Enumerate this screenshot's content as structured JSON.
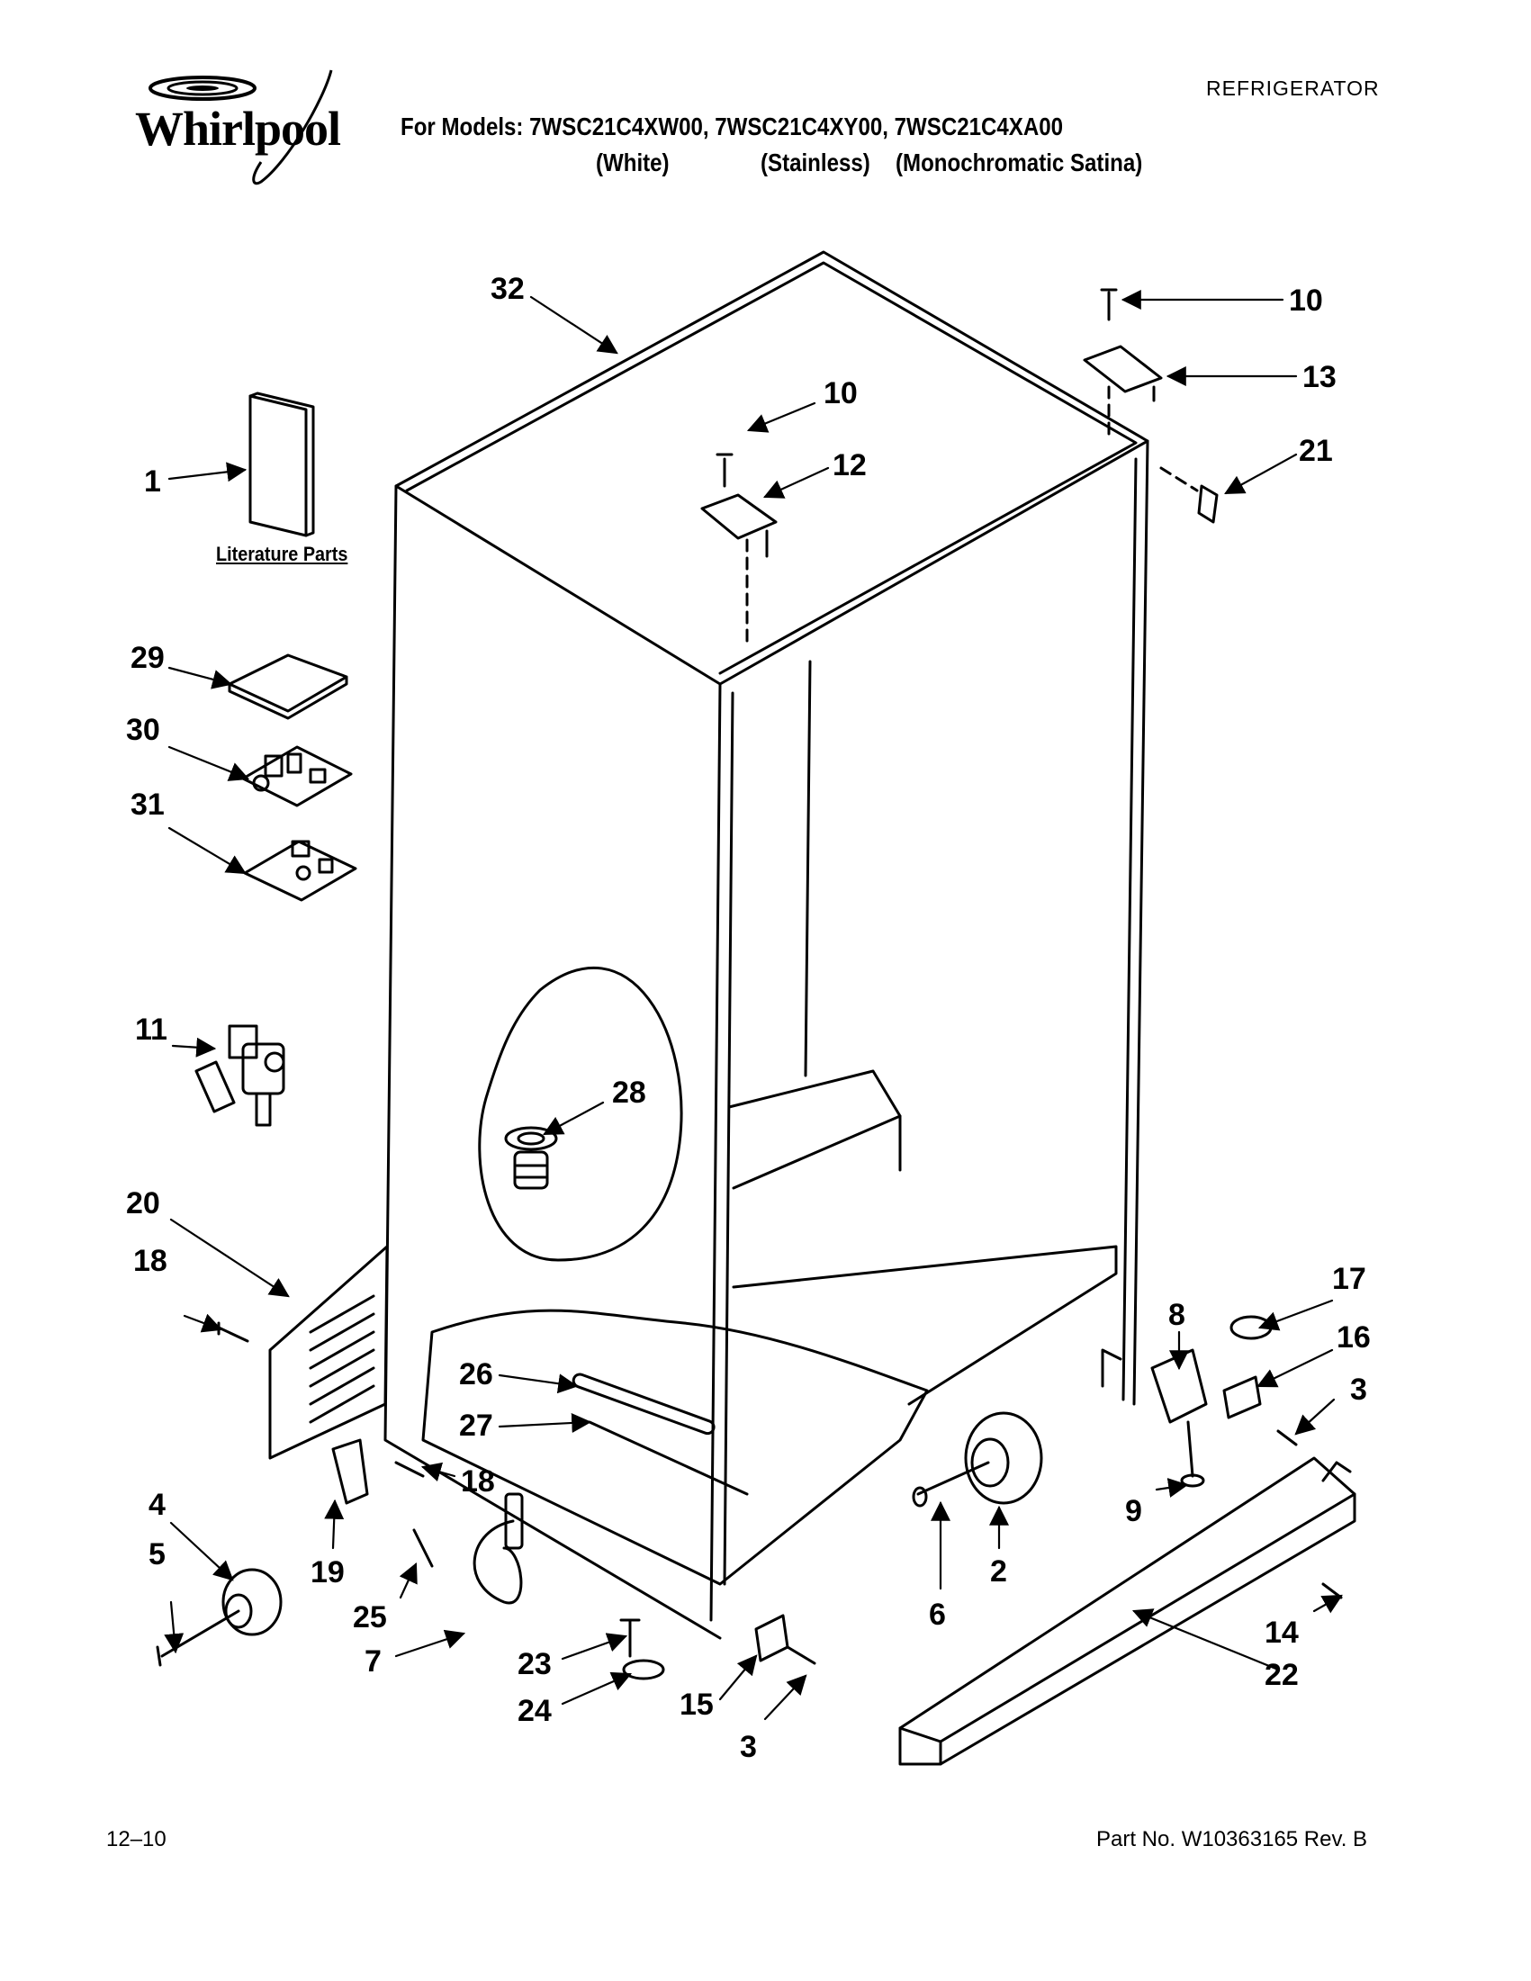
{
  "header": {
    "brand": "Whirlpool",
    "category": "REFRIGERATOR",
    "models_line": "For Models: 7WSC21C4XW00, 7WSC21C4XY00, 7WSC21C4XA00",
    "colors": [
      "(White)",
      "(Stainless)",
      "(Monochromatic Satina)"
    ]
  },
  "literature_label": "Literature Parts",
  "callouts": [
    {
      "id": "c32",
      "text": "32"
    },
    {
      "id": "c10a",
      "text": "10"
    },
    {
      "id": "c10b",
      "text": "10"
    },
    {
      "id": "c13",
      "text": "13"
    },
    {
      "id": "c12",
      "text": "12"
    },
    {
      "id": "c21",
      "text": "21"
    },
    {
      "id": "c1",
      "text": "1"
    },
    {
      "id": "c29",
      "text": "29"
    },
    {
      "id": "c30",
      "text": "30"
    },
    {
      "id": "c31",
      "text": "31"
    },
    {
      "id": "c11",
      "text": "11"
    },
    {
      "id": "c28",
      "text": "28"
    },
    {
      "id": "c20",
      "text": "20"
    },
    {
      "id": "c18a",
      "text": "18"
    },
    {
      "id": "c26",
      "text": "26"
    },
    {
      "id": "c27",
      "text": "27"
    },
    {
      "id": "c8",
      "text": "8"
    },
    {
      "id": "c17",
      "text": "17"
    },
    {
      "id": "c16",
      "text": "16"
    },
    {
      "id": "c3a",
      "text": "3"
    },
    {
      "id": "c9",
      "text": "9"
    },
    {
      "id": "c14",
      "text": "14"
    },
    {
      "id": "c22",
      "text": "22"
    },
    {
      "id": "c6",
      "text": "6"
    },
    {
      "id": "c2",
      "text": "2"
    },
    {
      "id": "c4",
      "text": "4"
    },
    {
      "id": "c5",
      "text": "5"
    },
    {
      "id": "c19",
      "text": "19"
    },
    {
      "id": "c18b",
      "text": "18"
    },
    {
      "id": "c25",
      "text": "25"
    },
    {
      "id": "c7",
      "text": "7"
    },
    {
      "id": "c23",
      "text": "23"
    },
    {
      "id": "c24",
      "text": "24"
    },
    {
      "id": "c15",
      "text": "15"
    },
    {
      "id": "c3b",
      "text": "3"
    }
  ],
  "footer": {
    "date": "12–10",
    "part_no": "Part No. W10363165 Rev. B"
  }
}
